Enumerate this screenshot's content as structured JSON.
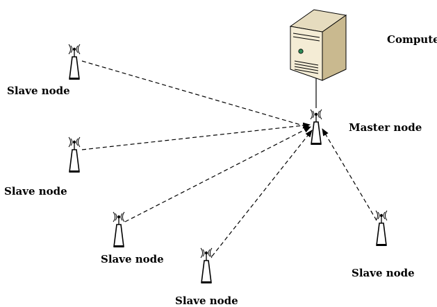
{
  "labels": {
    "computer": "Computer",
    "master": "Master node",
    "slave_1": "Slave node",
    "slave_2": "Slave node",
    "slave_3": "Slave node",
    "slave_4": "Slave node",
    "slave_5": "Slave node"
  },
  "colors": {
    "line": "#000000",
    "node_body": "#ffffff",
    "computer_front": "#f4ecd5",
    "computer_side": "#c9b98f",
    "computer_top": "#e6dcbf"
  },
  "icons": {
    "node": "antenna-node-icon",
    "computer": "computer-tower-icon"
  }
}
